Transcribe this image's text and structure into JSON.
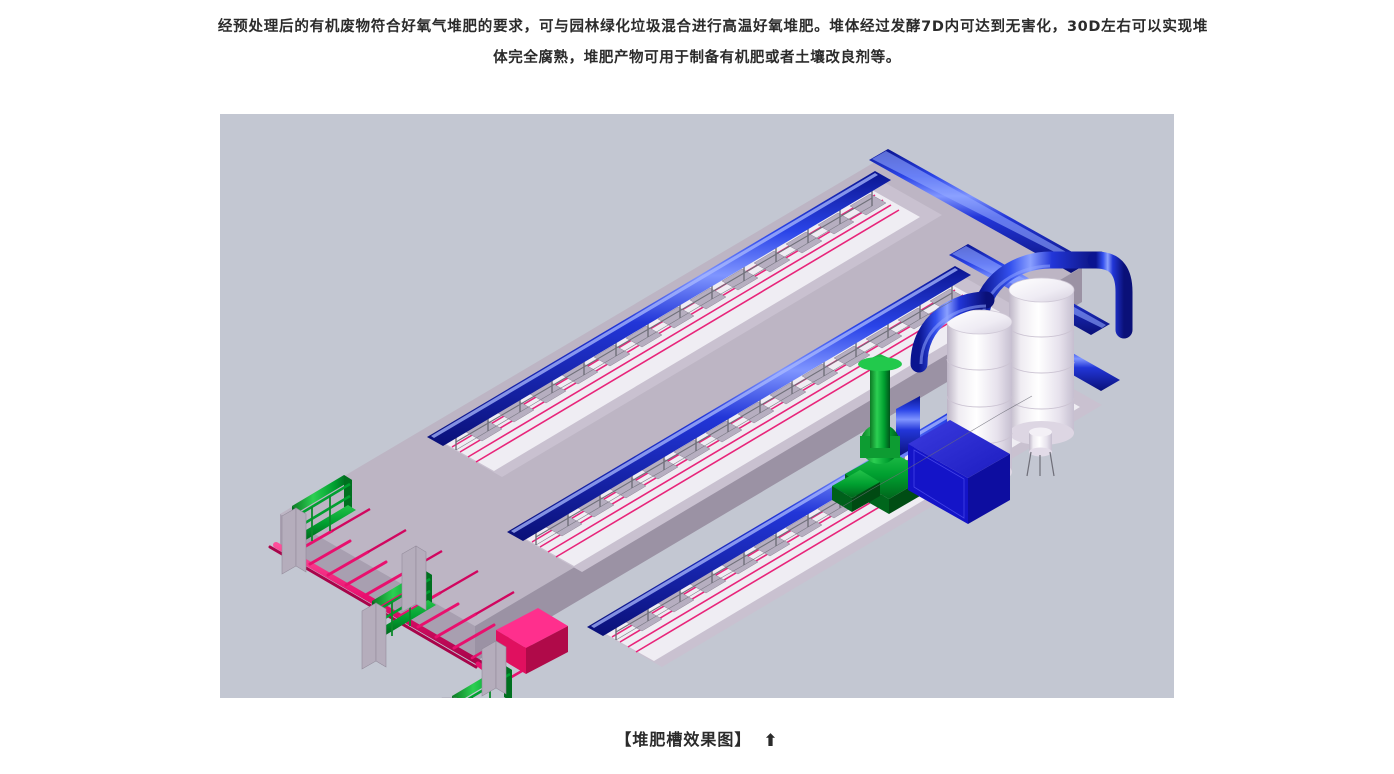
{
  "document": {
    "paragraphs": [
      "经预处理后的有机废物符合好氧气堆肥的要求，可与园林绿化垃圾混合进行高温好氧堆肥。堆体经过发酵7D内可达到无害化，30D左右可以实现堆体完全腐熟，堆肥产物可用于制备有机肥或者土壤改良剂等。"
    ]
  },
  "figure": {
    "caption_text": "【堆肥槽效果图】",
    "caption_arrow": "⬆",
    "background_color": "#c3c7d2",
    "alt": "堆肥槽三维效果图",
    "palette": {
      "background": "#c3c7d2",
      "pipe_blue": "#1a2fd0",
      "pipe_blue_light": "#5a74f0",
      "pipe_blue_dark": "#0a1a9a",
      "machine_green": "#00a030",
      "machine_green_dark": "#007a22",
      "aeration_magenta": "#e8106e",
      "aeration_magenta_dark": "#b0064f",
      "cabinet_blue": "#1414c8",
      "tank_white": "#f2f0f4",
      "tank_shade": "#cdc7d4",
      "concrete": "#b9b0bd",
      "concrete_light": "#d9d4de",
      "steel_gray": "#7d7d85",
      "ground": "#c3c7d2"
    },
    "components": [
      {
        "name": "compost-trough-row",
        "label": "堆肥槽",
        "count": 3
      },
      {
        "name": "exhaust-pipe",
        "label": "排气管道",
        "color": "#1a2fd0"
      },
      {
        "name": "turning-machine",
        "label": "翻堆机",
        "color": "#00a030",
        "count": 3
      },
      {
        "name": "aeration-pipe",
        "label": "曝气管网",
        "color": "#e8106e"
      },
      {
        "name": "deodorizing-tower",
        "label": "除臭塔",
        "color": "#f2f0f4",
        "count": 2
      },
      {
        "name": "blower-unit",
        "label": "风机",
        "color": "#00a030"
      },
      {
        "name": "control-cabinet",
        "label": "控制柜",
        "color": "#1414c8"
      },
      {
        "name": "pump-station",
        "label": "泵房",
        "color": "#e8106e"
      }
    ]
  }
}
